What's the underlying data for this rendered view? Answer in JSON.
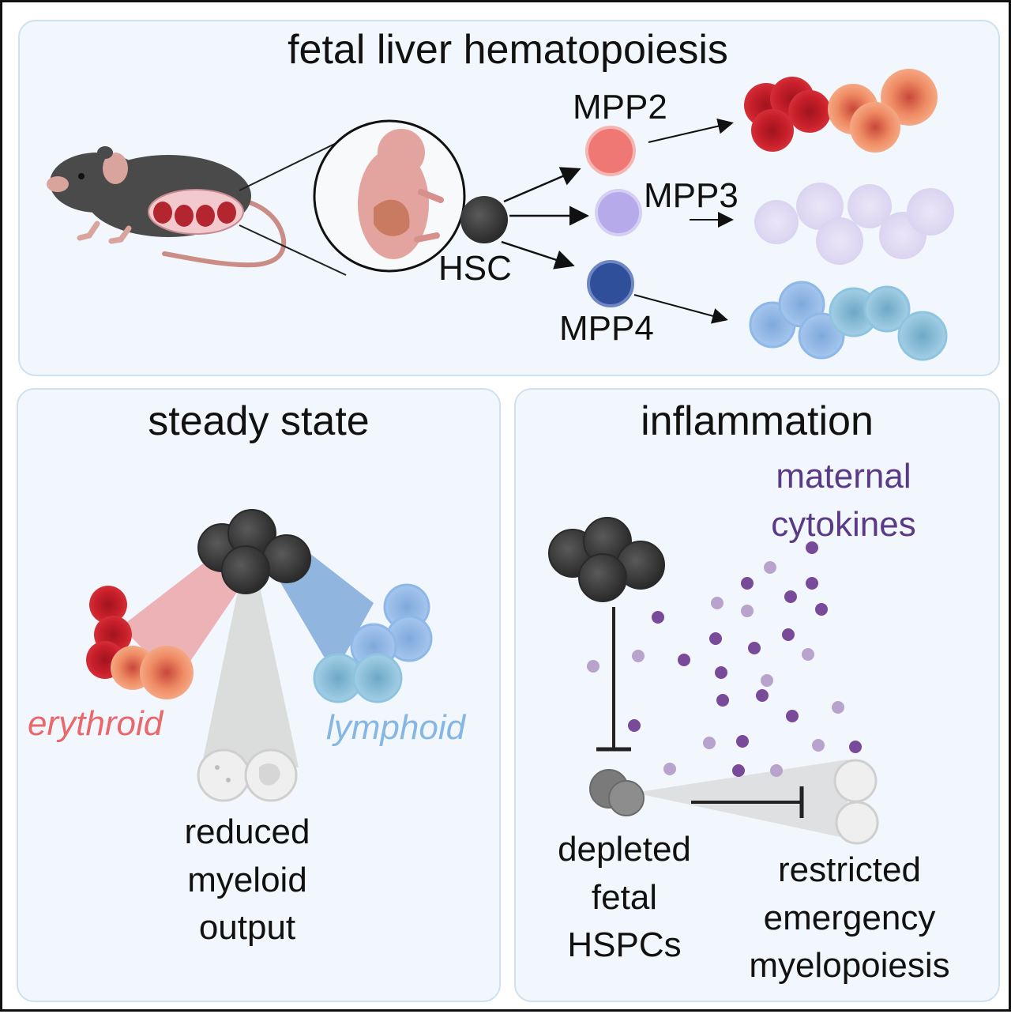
{
  "panels": {
    "top": {
      "title": "fetal liver hematopoiesis"
    },
    "left": {
      "title": "steady state"
    },
    "right": {
      "title": "inflammation"
    }
  },
  "nodes": {
    "hsc": "HSC",
    "mpp2": "MPP2",
    "mpp3": "MPP3",
    "mpp4": "MPP4"
  },
  "steady": {
    "erythroid": "erythroid",
    "lymphoid": "lymphoid",
    "myeloid_lines": [
      "reduced",
      "myeloid",
      "output"
    ]
  },
  "inflammation": {
    "cytokine_lines": [
      "maternal",
      "cytokines"
    ],
    "hspc_lines": [
      "depleted",
      "fetal",
      "HSPCs"
    ],
    "restricted_lines": [
      "restricted",
      "emergency",
      "myelopoiesis"
    ]
  },
  "colors": {
    "panel_bg": "#f1f7fc",
    "hsc": "#3b3b3b",
    "mpp2": "#ee6f6f",
    "mpp3": "#b9aee8",
    "mpp4": "#2f4f9a",
    "erythroid_text": "#e9686b",
    "lymphoid_text": "#86b6e3",
    "cytokine_text": "#5a3a86",
    "cytokine_dot": "#7a4a9a"
  }
}
